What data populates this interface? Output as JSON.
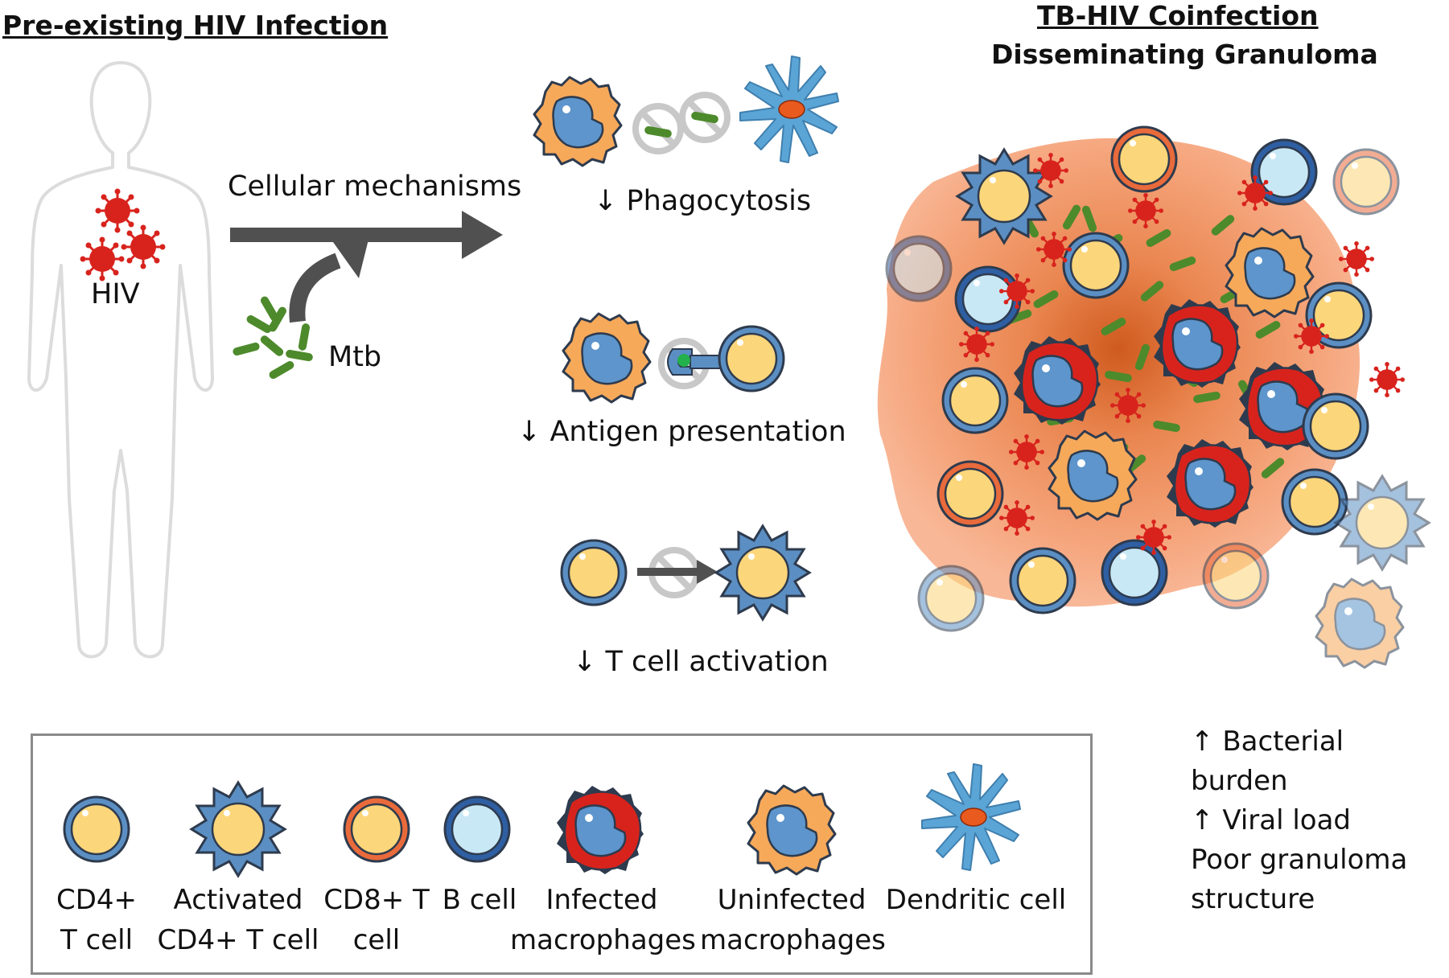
{
  "left_panel": {
    "title": "Pre-existing HIV Infection",
    "hiv_label": "HIV",
    "mechanisms_label": "Cellular mechanisms",
    "mtb_label": "Mtb"
  },
  "mechanisms": [
    {
      "arrow": "↓",
      "label": "Phagocytosis"
    },
    {
      "arrow": "↓",
      "label": "Antigen presentation"
    },
    {
      "arrow": "↓",
      "label": "T cell activation"
    }
  ],
  "right_panel": {
    "title_line1": "TB-HIV Coinfection",
    "title_line2": "Disseminating Granuloma"
  },
  "outcomes": [
    {
      "arrow": "↑",
      "label": "Bacterial burden"
    },
    {
      "arrow": "↑",
      "label": "Viral load"
    },
    {
      "arrow": "",
      "label": "Poor granuloma"
    },
    {
      "arrow": "",
      "label": "structure"
    }
  ],
  "legend": [
    {
      "line1": "CD4+",
      "line2": "T cell"
    },
    {
      "line1": "Activated",
      "line2": "CD4+ T cell"
    },
    {
      "line1": "CD8+ T",
      "line2": "cell"
    },
    {
      "line1": "B cell",
      "line2": ""
    },
    {
      "line1": "Infected",
      "line2": "macrophages"
    },
    {
      "line1": "Uninfected",
      "line2": "macrophages"
    },
    {
      "line1": "Dendritic cell",
      "line2": ""
    }
  ],
  "colors": {
    "tcell_fill": "#fcd67a",
    "tcell_ring": "#5b8fc4",
    "cd8_ring": "#e96a3b",
    "bcell_fill": "#c9e8f5",
    "bcell_ring": "#2f5fa3",
    "macrophage_orange": "#f7a95a",
    "macrophage_red": "#d8231d",
    "nucleus_blue": "#5d95cc",
    "dendritic_blue": "#5aa5d6",
    "hiv_red": "#d8231d",
    "mtb_green": "#4d8a2c",
    "arrow_gray": "#505050",
    "granuloma_orange": "#f6a070"
  }
}
